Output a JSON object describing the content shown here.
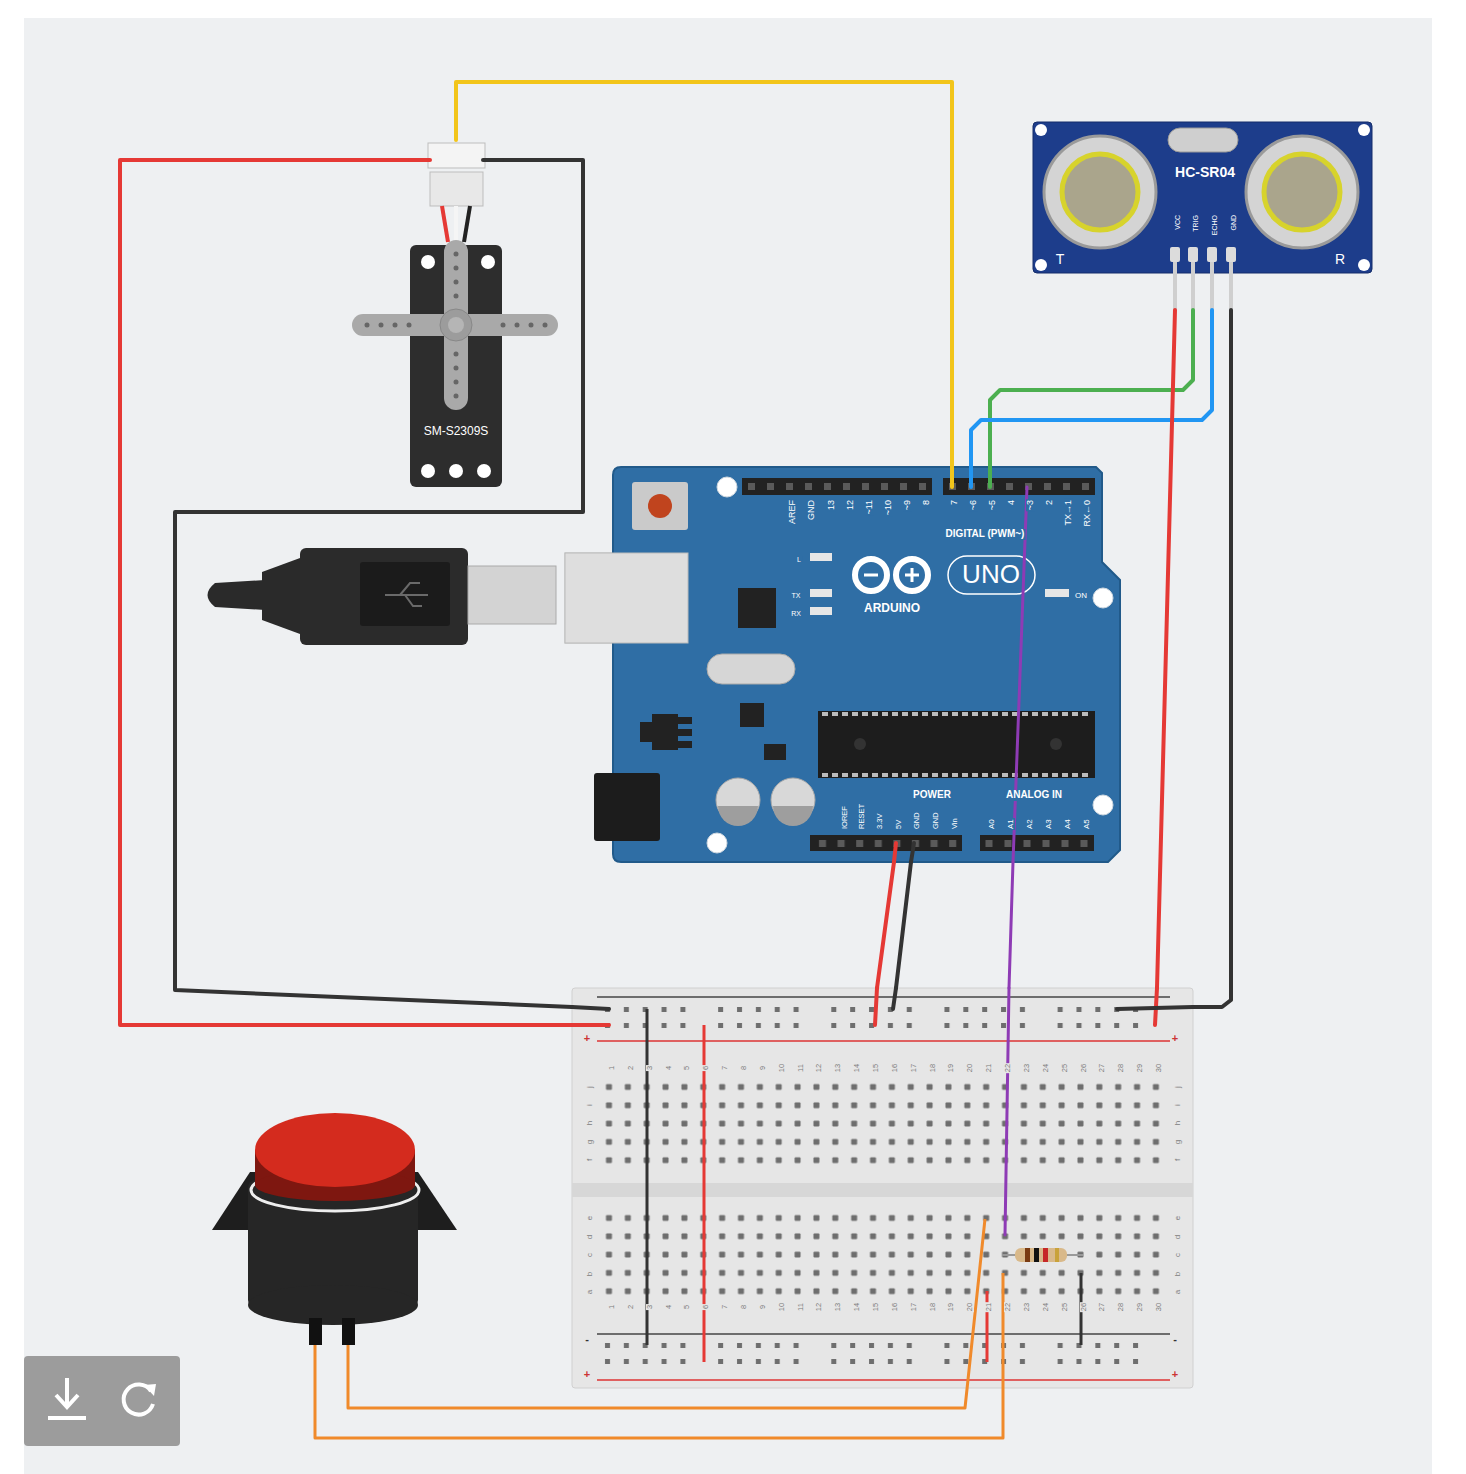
{
  "diagram": {
    "nodes": [
      {
        "text": [
          "SM-S2309S"
        ]
      },
      {
        "text": [
          "HC-SR04",
          "VCC",
          "TRIG",
          "ECHO",
          "GND",
          "T",
          "R"
        ]
      },
      {
        "text": [
          "AREF",
          "GND",
          "13",
          "12",
          "~11",
          "~10",
          "~9",
          "8",
          "7",
          "~6",
          "~5",
          "4",
          "~3",
          "2",
          "TX→1",
          "RX←0",
          "DIGITAL (PWM~)",
          "L",
          "TX",
          "RX",
          "ARDUINO",
          "UNO",
          "ON",
          "POWER",
          "ANALOG IN",
          "IOREF",
          "RESET",
          "3.3V",
          "5V",
          "GND",
          "GND",
          "Vin",
          "A0",
          "A1",
          "A2",
          "A3",
          "A4",
          "A5"
        ]
      },
      {
        "text": [
          "+",
          "+",
          "1",
          "2",
          "3",
          "4",
          "5",
          "6",
          "7",
          "8",
          "9",
          "10",
          "11",
          "12",
          "13",
          "14",
          "15",
          "16",
          "17",
          "18",
          "19",
          "20",
          "21",
          "22",
          "23",
          "24",
          "25",
          "26",
          "27",
          "28",
          "29",
          "30",
          "j",
          "i",
          "h",
          "g",
          "f",
          "j",
          "i",
          "h",
          "g",
          "f",
          "e",
          "d",
          "c",
          "b",
          "a",
          "e",
          "d",
          "c",
          "b",
          "a",
          "1",
          "2",
          "3",
          "4",
          "5",
          "6",
          "7",
          "8",
          "9",
          "10",
          "11",
          "12",
          "13",
          "14",
          "15",
          "16",
          "17",
          "18",
          "19",
          "20",
          "21",
          "22",
          "23",
          "24",
          "25",
          "26",
          "27",
          "28",
          "29",
          "30",
          "-",
          "-",
          "+",
          "+"
        ]
      }
    ],
    "edges": [
      {
        "from": 0,
        "to": 2,
        "arrow": "none"
      },
      {
        "from": 0,
        "to": 3,
        "arrow": "none"
      },
      {
        "from": 0,
        "to": 3,
        "arrow": "none"
      },
      {
        "from": 1,
        "to": 2,
        "arrow": "none"
      },
      {
        "from": 1,
        "to": 2,
        "arrow": "none"
      },
      {
        "from": 1,
        "to": 3,
        "arrow": "none"
      },
      {
        "from": 1,
        "to": 3,
        "arrow": "none"
      },
      {
        "from": 2,
        "to": 3,
        "arrow": "none"
      },
      {
        "from": 2,
        "to": 3,
        "arrow": "none"
      },
      {
        "from": 2,
        "to": 3,
        "arrow": "none"
      }
    ]
  }
}
